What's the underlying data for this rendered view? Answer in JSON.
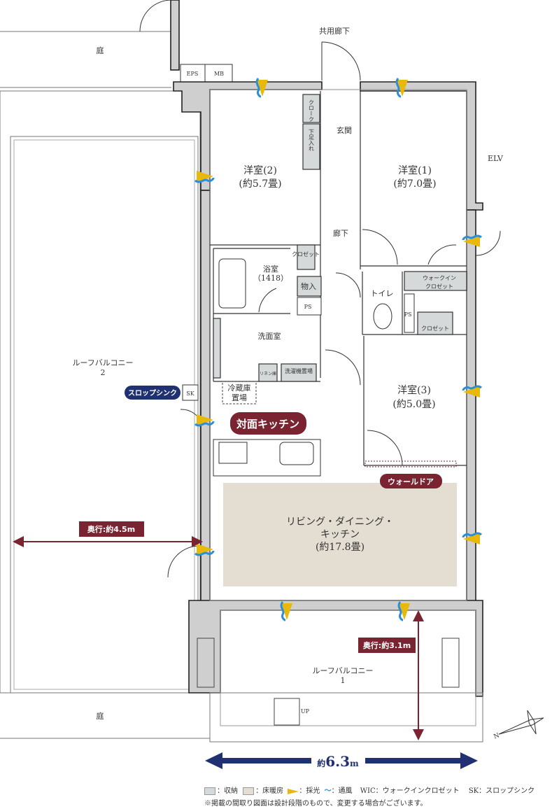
{
  "labels": {
    "common_corridor": "共用廊下",
    "garden_top": "庭",
    "garden_bottom": "庭",
    "eps": "EPS",
    "mb": "MB",
    "elv": "ELV",
    "entrance": "玄関",
    "cloak": "クローク",
    "shoe_storage": "下足入れ",
    "hallway": "廊下",
    "closet_small": "クロゼット",
    "storage": "物入",
    "ps1": "PS",
    "ps2": "PS",
    "toilet": "トイレ",
    "wic_line1": "ウォークイン",
    "wic_line2": "クロゼット",
    "closet_room3": "クロゼット",
    "bath": "浴室",
    "bath_size": "（1418）",
    "washroom": "洗面室",
    "linen": "リネン庫",
    "washer": "洗濯機置場",
    "fridge_line1": "冷蔵庫",
    "fridge_line2": "置場",
    "sk": "SK",
    "up": "UP"
  },
  "rooms": {
    "room2_name": "洋室(2)",
    "room2_size": "(約5.7畳)",
    "room1_name": "洋室(1)",
    "room1_size": "(約7.0畳)",
    "room3_name": "洋室(3)",
    "room3_size": "(約5.0畳)",
    "ldk_line1": "リビング・ダイニング・",
    "ldk_line2": "キッチン",
    "ldk_size": "(約17.8畳)",
    "roof_balcony2_name": "ルーフバルコニー",
    "roof_balcony2_num": "2",
    "roof_balcony1_name": "ルーフバルコニー",
    "roof_balcony1_num": "1"
  },
  "badges": {
    "slop_sink": "スロップシンク",
    "kitchen": "対面キッチン",
    "wall_door": "ウォールドア",
    "depth_45": "奥行:約4.5m",
    "depth_31": "奥行:約3.1m"
  },
  "dimension": {
    "prefix": "約",
    "value": "6.3",
    "unit": "m"
  },
  "legend": {
    "storage": "：収納",
    "floor_heating": "：床暖房",
    "daylight": "：採光",
    "ventilation": "：通風",
    "wic": "WIC：ウォークインクロゼット",
    "sk": "SK：スロップシンク",
    "note": "※掲載の間取り図面は設計段階のもので、変更する場合がございます。"
  },
  "colors": {
    "maroon": "#7a2331",
    "navy": "#1f3173",
    "floor_heating": "#e4ddd2",
    "storage": "#d4d9db",
    "daylight": "#e8b90c",
    "ventilation": "#2a8fd6"
  }
}
